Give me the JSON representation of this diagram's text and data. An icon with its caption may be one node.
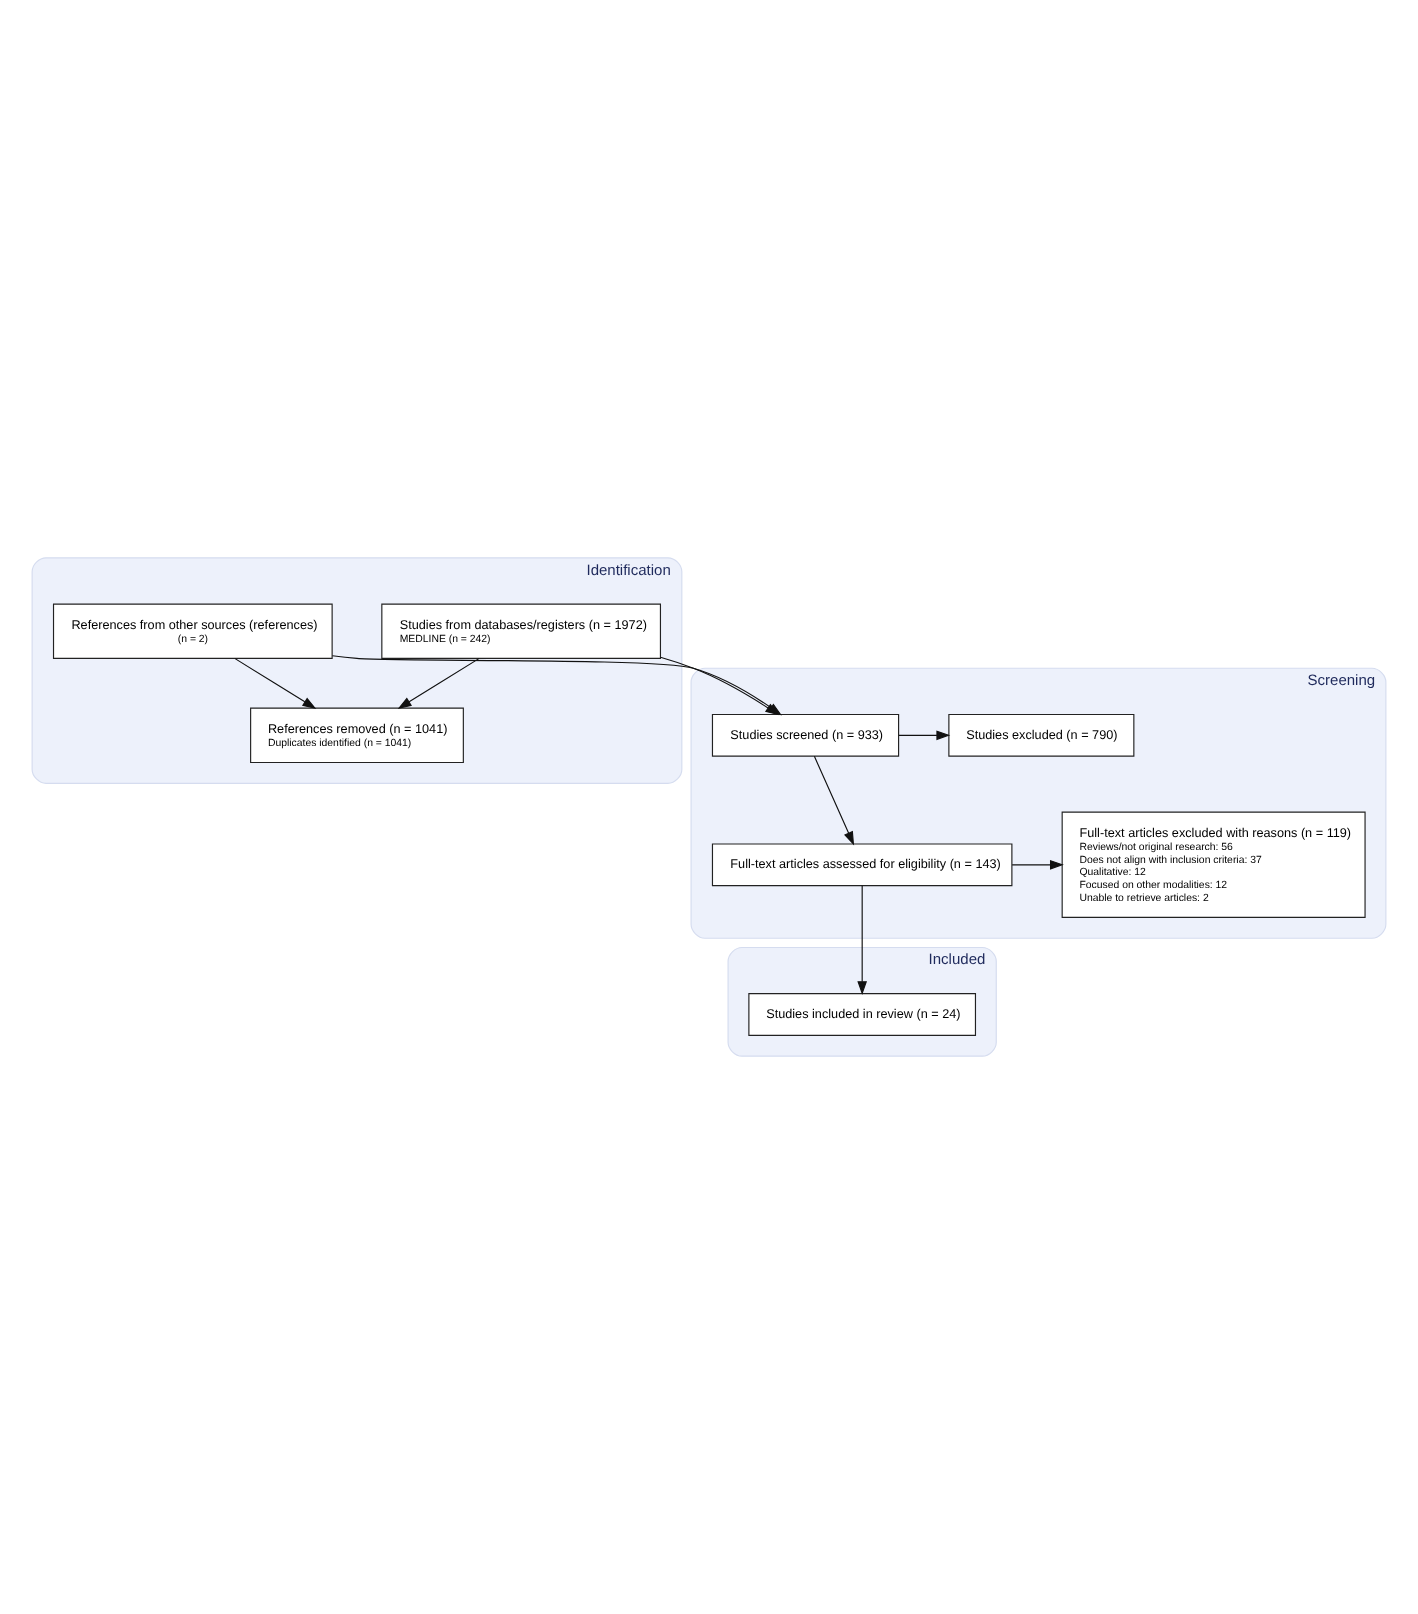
{
  "diagram": {
    "nodes": [
      {
        "text": [
          "Identification"
        ]
      },
      {
        "text": [
          "Studies from databases/registers (n = 1972)",
          "MEDLINE (n = 242)"
        ],
        "in": 0
      },
      {
        "text": [
          "References from other sources (references)",
          "(n = 2)"
        ],
        "in": 0
      },
      {
        "text": [
          "References removed (n = 1041)",
          "Duplicates identified (n = 1041)"
        ],
        "in": 0
      },
      {
        "text": [
          "Screening"
        ]
      },
      {
        "text": [
          "Studies screened (n = 933)"
        ],
        "in": 4
      },
      {
        "text": [
          "Studies excluded (n = 790)"
        ],
        "in": 4
      },
      {
        "text": [
          "Full-text articles assessed for eligibility (n = 143)"
        ],
        "in": 4
      },
      {
        "text": [
          "Full-text articles excluded with reasons (n = 119)",
          "Reviews/not original research: 56",
          "Does not align with inclusion criteria: 37",
          "Qualitative: 12",
          "Focused on other modalities: 12",
          "Unable to retrieve articles: 2"
        ],
        "in": 4
      },
      {
        "text": [
          "Included"
        ]
      },
      {
        "text": [
          "Studies included in review (n = 24)"
        ],
        "in": 9
      }
    ],
    "edges": [
      {
        "from": 1,
        "to": 3,
        "arrow": "to"
      },
      {
        "from": 2,
        "to": 3,
        "arrow": "to"
      },
      {
        "from": 1,
        "to": 5,
        "arrow": "to"
      },
      {
        "from": 2,
        "to": 5,
        "arrow": "to"
      },
      {
        "from": 5,
        "to": 6,
        "arrow": "to"
      },
      {
        "from": 5,
        "to": 7,
        "arrow": "to"
      },
      {
        "from": 7,
        "to": 8,
        "arrow": "to"
      },
      {
        "from": 7,
        "to": 10,
        "arrow": "to"
      }
    ]
  }
}
